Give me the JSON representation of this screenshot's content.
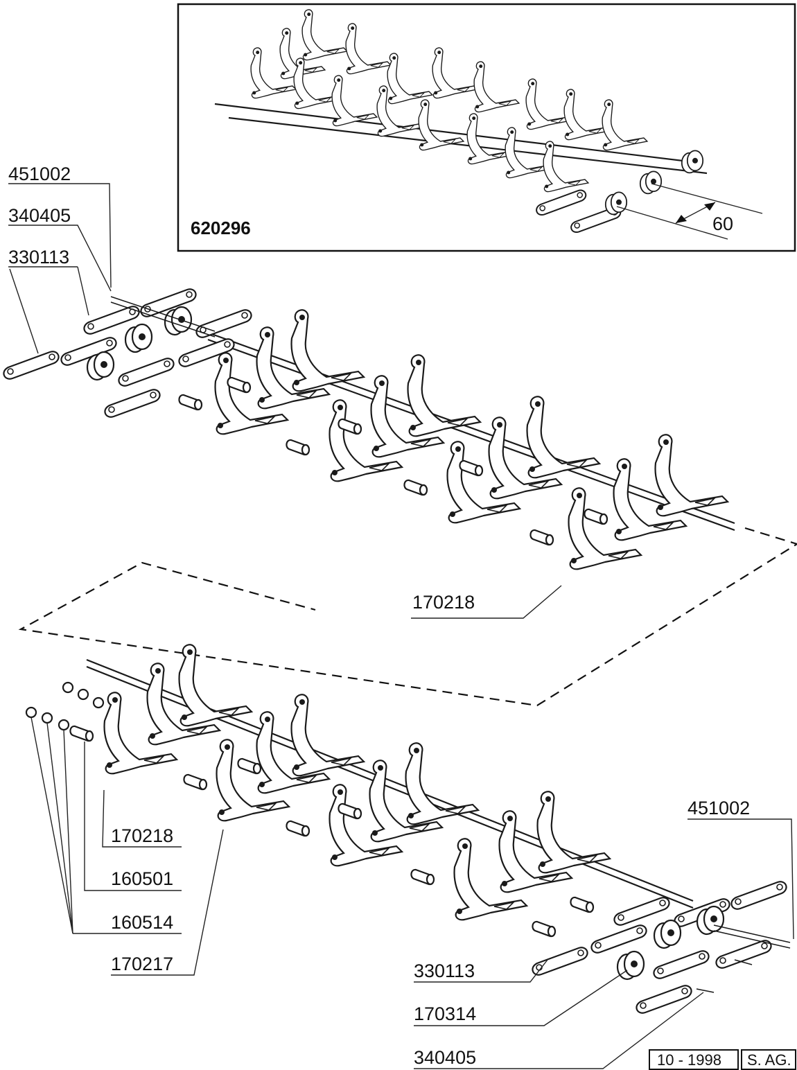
{
  "inset": {
    "part_number": "620296",
    "dimension": "60"
  },
  "callouts": {
    "top_left": [
      "451002",
      "340405",
      "330113"
    ],
    "upper_assembly": "170218",
    "lower_left": [
      "170218",
      "160501",
      "160514",
      "170217"
    ],
    "lower_right_top": "451002",
    "lower_right": [
      "330113",
      "170314",
      "340405"
    ]
  },
  "footer": {
    "date": "10 - 1998",
    "author": "S. AG."
  }
}
